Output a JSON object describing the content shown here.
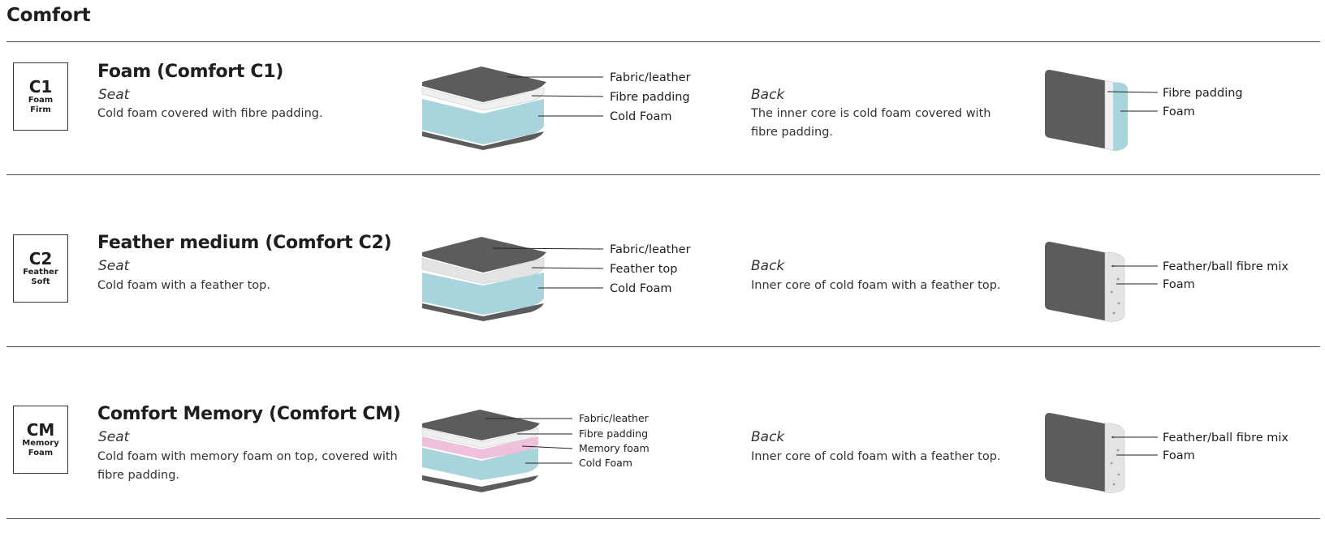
{
  "page_title": "Comfort",
  "sections": [
    {
      "badge": {
        "code": "C1",
        "line1": "Foam",
        "line2": "Firm"
      },
      "title": "Foam (Comfort C1)",
      "seat": {
        "heading": "Seat",
        "description": "Cold foam covered with fibre padding.",
        "layers": [
          "Fabric/leather",
          "Fibre padding",
          "Cold Foam"
        ]
      },
      "back": {
        "heading": "Back",
        "description": "The inner core is cold foam covered with fibre padding.",
        "layers": [
          "Fibre padding",
          "Foam"
        ]
      }
    },
    {
      "badge": {
        "code": "C2",
        "line1": "Feather",
        "line2": "Soft"
      },
      "title": "Feather medium (Comfort C2)",
      "seat": {
        "heading": "Seat",
        "description": "Cold foam with a feather top.",
        "layers": [
          "Fabric/leather",
          "Feather top",
          "Cold Foam"
        ]
      },
      "back": {
        "heading": "Back",
        "description": "Inner core of cold foam with a feather top.",
        "layers": [
          "Feather/ball fibre mix",
          "Foam"
        ]
      }
    },
    {
      "badge": {
        "code": "CM",
        "line1": "Memory",
        "line2": "Foam"
      },
      "title": "Comfort Memory (Comfort CM)",
      "seat": {
        "heading": "Seat",
        "description": "Cold foam with memory foam on top, covered with fibre padding.",
        "layers": [
          "Fabric/leather",
          "Fibre padding",
          "Memory foam",
          "Cold Foam"
        ]
      },
      "back": {
        "heading": "Back",
        "description": "Inner core of cold foam with a feather top.",
        "layers": [
          "Feather/ball fibre mix",
          "Foam"
        ]
      }
    }
  ],
  "colors": {
    "fabric": "#5c5c5c",
    "fibre": "#f0f0f0",
    "feather": "#e4e4e4",
    "memory_foam": "#efbfdc",
    "cold_foam": "#a8d4dc",
    "rule": "#4a4a4a"
  }
}
